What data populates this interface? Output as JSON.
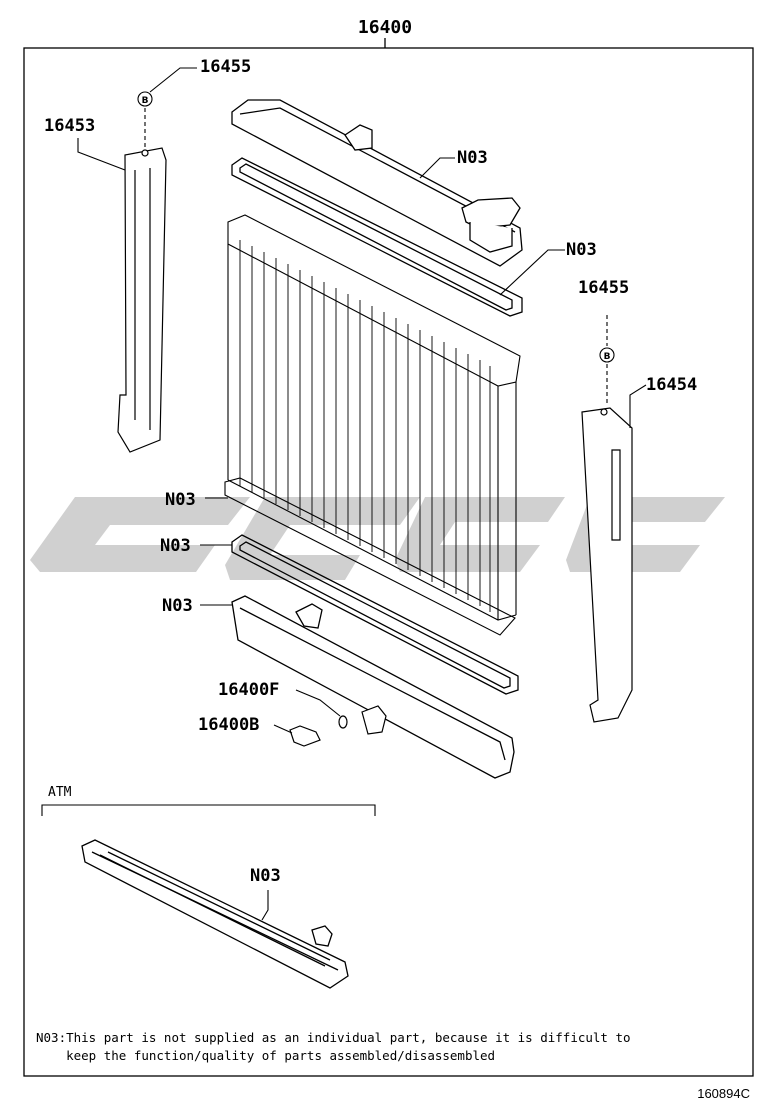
{
  "labels": {
    "assembly": "16400",
    "bolt_left": "16455",
    "bolt_right": "16455",
    "support_left": "16453",
    "support_right": "16454",
    "upper_tank": "N03",
    "upper_gasket": "N03",
    "core": "N03",
    "lower_gasket": "N03",
    "lower_tank": "N03",
    "drain_gasket": "16400F",
    "drain_cock": "16400B",
    "atm_section": "ATM",
    "atm_tank": "N03",
    "bolt_symbol": "B"
  },
  "note": {
    "line1": "N03:This part is not supplied as an individual part, because it is difficult to",
    "line2": "    keep the function/quality of parts assembled/disassembled"
  },
  "figure_number": "160894C",
  "watermark_color": "#c8c8c8"
}
